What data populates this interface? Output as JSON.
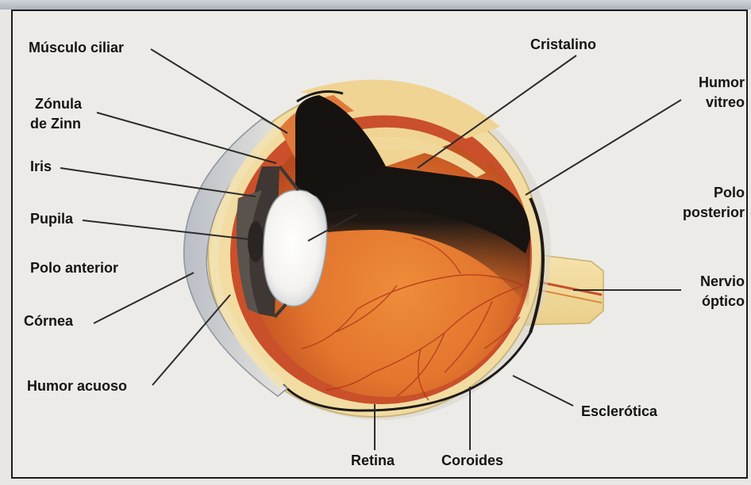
{
  "labels": {
    "musculo_ciliar": "Músculo ciliar",
    "zonula_line1": "Zónula",
    "zonula_line2": "de Zinn",
    "iris": "Iris",
    "pupila": "Pupila",
    "polo_anterior": "Polo anterior",
    "cornea": "Córnea",
    "humor_acuoso": "Humor acuoso",
    "cristalino": "Cristalino",
    "humor_vitreo_line1": "Humor",
    "humor_vitreo_line2": "vitreo",
    "polo_posterior_line1": "Polo",
    "polo_posterior_line2": "posterior",
    "nervio_optico_line1": "Nervio",
    "nervio_optico_line2": "óptico",
    "esclerotica": "Esclerótica",
    "retina": "Retina",
    "coroides": "Coroides"
  },
  "colors": {
    "sclera": "#f4dfa6",
    "choroid_red": "#c9502a",
    "fundus_orange": "#e57a2f",
    "vitreous_dark": "#1c1714",
    "vessel": "#b3361c",
    "lens": "#f7f6f2",
    "leader_line": "#2b2b2b"
  }
}
